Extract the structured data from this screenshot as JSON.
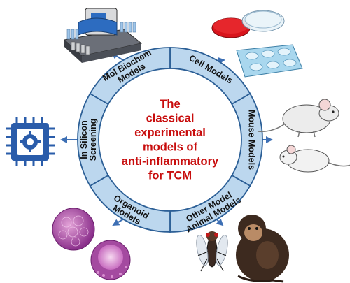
{
  "center_title": {
    "lines": [
      "The",
      "classical",
      "experimental",
      "models of",
      "anti-inflammatory",
      "for TCM"
    ],
    "color": "#c80d0d"
  },
  "ring": {
    "segments": [
      {
        "id": "cell-models",
        "lines": [
          "Cell Models"
        ]
      },
      {
        "id": "mouse-models",
        "lines": [
          "Mouse Models"
        ]
      },
      {
        "id": "other-model-animal-models",
        "lines": [
          "Other Model",
          "Animal Models"
        ]
      },
      {
        "id": "organoid-models",
        "lines": [
          "Organoid",
          "Models"
        ]
      },
      {
        "id": "in-silico-screening",
        "lines": [
          "In Silicon",
          "Screening"
        ]
      },
      {
        "id": "mol-biochem-models",
        "lines": [
          "Mol Biochem",
          "Models"
        ]
      }
    ],
    "fill_color": "#bcd7ee",
    "border_color": "#2c5f96",
    "arrow_color": "#3d6fb4"
  },
  "illustrations": [
    {
      "id": "lab-analyzer",
      "icon": "laboratory-analyzer-icon"
    },
    {
      "id": "cell-dishes",
      "icon": "petri-dish-and-well-plate-icon"
    },
    {
      "id": "mice",
      "icon": "mouse-icon"
    },
    {
      "id": "fly-and-monkey",
      "icon": "fruit-fly-and-chimpanzee-icon"
    },
    {
      "id": "organoids",
      "icon": "organoid-icon"
    },
    {
      "id": "computer-chip",
      "icon": "cpu-chip-icon"
    }
  ]
}
